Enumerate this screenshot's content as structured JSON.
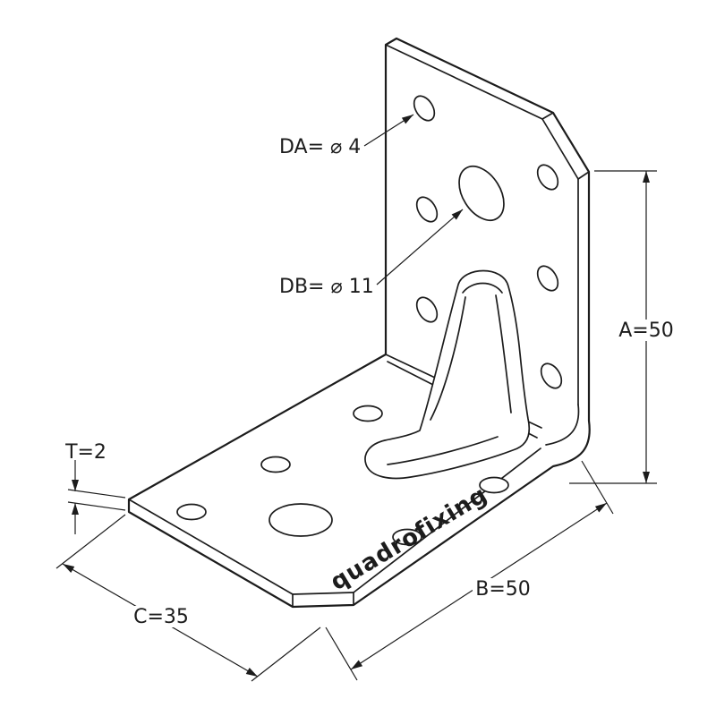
{
  "drawing": {
    "brand": "quadrofixing",
    "labels": {
      "hole_small": "DA= ⌀ 4",
      "hole_large": "DB= ⌀ 11",
      "height": "A=50",
      "depth": "B=50",
      "width": "C=35",
      "thickness": "T=2"
    },
    "dimensions_mm": {
      "A": 50,
      "B": 50,
      "C": 35,
      "T": 2,
      "DA": 4,
      "DB": 11
    },
    "colors": {
      "line": "#1c1c1c",
      "background": "#ffffff"
    }
  }
}
